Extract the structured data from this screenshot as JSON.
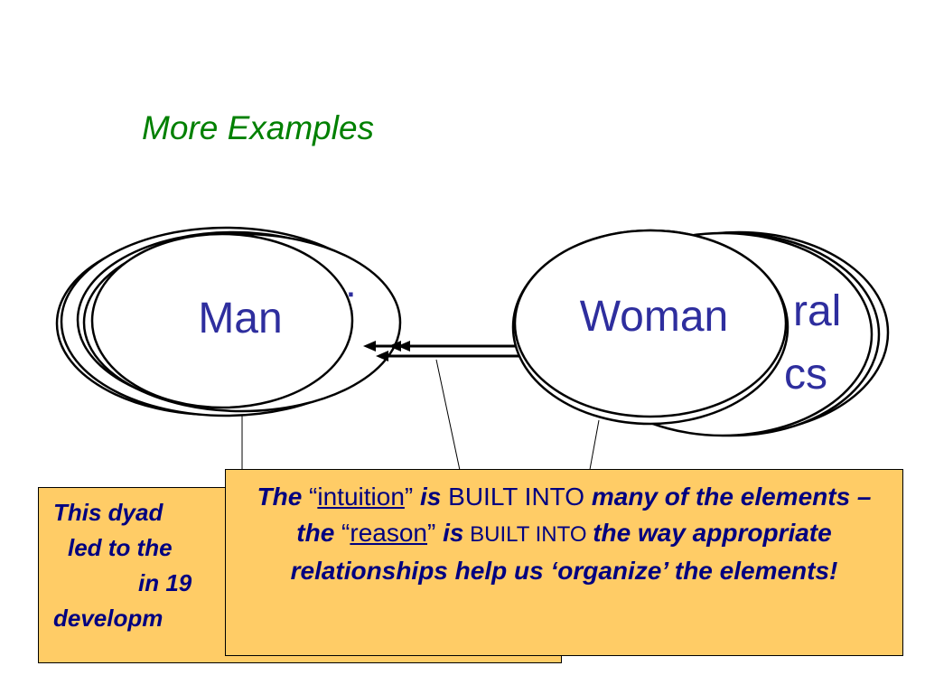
{
  "slide": {
    "title": "More Examples"
  },
  "colors": {
    "title": "#008000",
    "label": "#2e2e9e",
    "box_fill": "#ffcc66",
    "box_text": "#000080"
  },
  "diagram": {
    "left_label": "Man",
    "right_label": "Woman",
    "right_back_fragment_top": "ral",
    "right_back_fragment_bottom": "cs"
  },
  "back_box": {
    "line1": "This dyad",
    "line2": "led to the",
    "line3": "in 19",
    "line4": "developm"
  },
  "front_box": {
    "p1": "The",
    "q1_open": " “",
    "w1": "intuition",
    "q1_close": "” ",
    "p2": "is",
    "t1": " BUILT INTO ",
    "p3": "many of the elements – the",
    "q2_open": " “",
    "w2": "reason",
    "q2_close": "” ",
    "p4": "is",
    "t2": " BUILT INTO ",
    "p5": "the way appropriate relationships help us ‘organize’ the elements!"
  }
}
